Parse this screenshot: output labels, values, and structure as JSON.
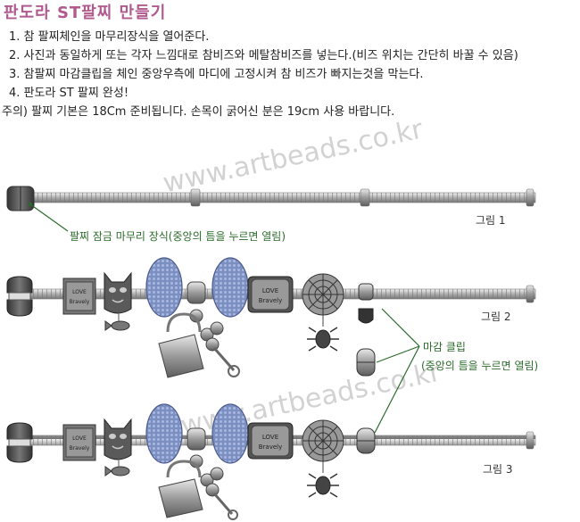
{
  "title": "판도라 ST팔찌 만들기",
  "steps": [
    "1. 참 팔찌체인을 마무리장식을 열어준다.",
    "2. 사진과 동일하게 또는 각자 느낌대로 참비즈와 메탈참비즈를 넣는다.(비즈 위치는 간단히 바꿀 수 있음)",
    "3. 참팔찌 마감클립을 체인 중앙우측에 마디에 고정시켜 참 비즈가 빠지는것을 막는다.",
    "4. 판도라 ST 팔찌 완성!"
  ],
  "note": "주의) 팔찌 기본은 18Cm 준비됩니다. 손목이 굵어신 분은 19cm 사용 바랍니다.",
  "watermark": "www.artbeads.co.kr",
  "labels": {
    "fig1": "그림 1",
    "fig2": "그림 2",
    "fig3": "그림 3",
    "clasp": "팔찌 잠금 마무리 장식(중앙의 틈을 누르면 열림)",
    "clip_title": "마감 클립",
    "clip_desc": "(중앙의 틈을 누르면 열림)"
  },
  "charm_text": {
    "line1": "LOVE",
    "line2": "Bravely"
  },
  "colors": {
    "title": "#b05a8e",
    "label": "#2b6b2b",
    "leader": "#2b6b2b",
    "bead_blue": "#7b8fc0",
    "metal": "#8a8a8a"
  }
}
